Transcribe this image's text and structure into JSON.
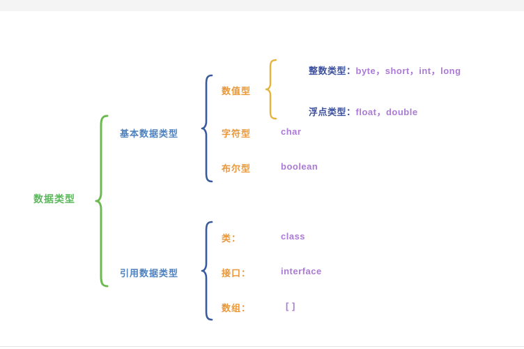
{
  "colors": {
    "root_green": "#5cb85c",
    "brace_green": "#6cb951",
    "branch_blue": "#4f81bd",
    "brace_blue": "#3a5a9e",
    "label_orange": "#e8973a",
    "brace_yellow": "#e5b23c",
    "value_purple": "#ab7ad6",
    "sublabel_navy": "#3c509c",
    "background": "#ffffff"
  },
  "root": {
    "label": "数据类型"
  },
  "branches": {
    "primitive": {
      "label": "基本数据类型"
    },
    "reference": {
      "label": "引用数据类型"
    }
  },
  "primitive_children": {
    "numeric": {
      "label": "数值型"
    },
    "character": {
      "label": "字符型",
      "value": "char"
    },
    "boolean": {
      "label": "布尔型",
      "value": "boolean"
    }
  },
  "numeric_children": {
    "integer": {
      "label": "整数类型：",
      "values": "byte，short，int，long"
    },
    "float": {
      "label": "浮点类型：",
      "values": "float，double"
    }
  },
  "reference_children": {
    "class": {
      "label": "类：",
      "value": "class"
    },
    "interface": {
      "label": "接口：",
      "value": "interface"
    },
    "array": {
      "label": "数组：",
      "value": "[ ]"
    }
  }
}
